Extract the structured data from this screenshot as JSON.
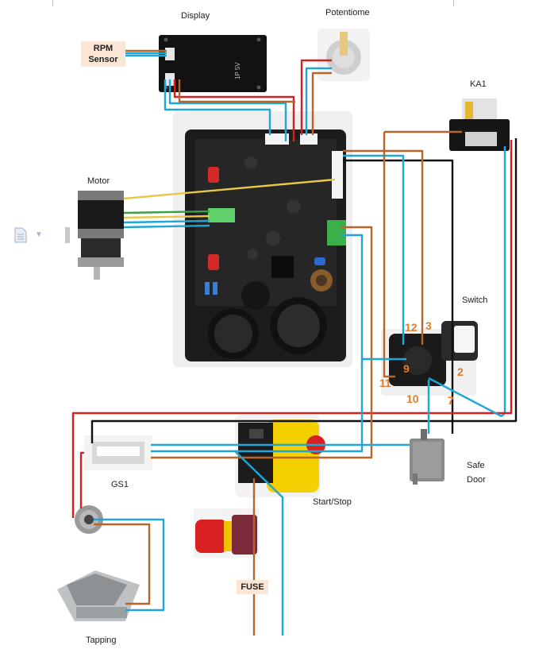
{
  "labels": {
    "display": "Display",
    "potentiometer": "Potentiome",
    "rpm_sensor_line1": "RPM",
    "rpm_sensor_line2": "Sensor",
    "ka1": "KA1",
    "motor": "Motor",
    "switch": "Switch",
    "safe_line1": "Safe",
    "safe_line2": "Door",
    "gs1": "GS1",
    "start_stop": "Start/Stop",
    "fuse": "FUSE",
    "tapping": "Tapping"
  },
  "switch_pins": [
    "12",
    "3",
    "9",
    "2",
    "11",
    "10",
    "7"
  ],
  "display_text": "1P 5V",
  "wire_colors": {
    "red": "#d42020",
    "blue": "#1fa6d8",
    "brown": "#b8642a",
    "black": "#111111",
    "yellow": "#e8c84a",
    "green": "#3aa048"
  },
  "icons": [
    "document-icon",
    "dropdown-caret-icon"
  ]
}
